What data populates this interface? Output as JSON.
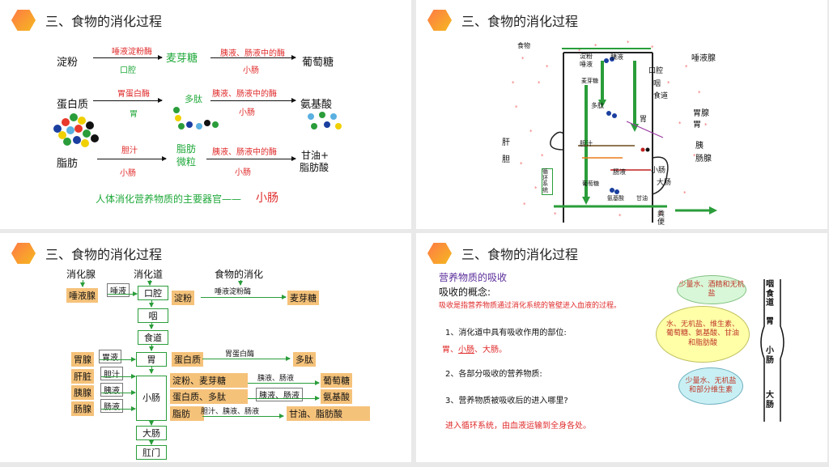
{
  "slide_title": "三、食物的消化过程",
  "s1": {
    "starch": "淀粉",
    "starch_enzyme": "唾液淀粉酶",
    "starch_place": "口腔",
    "maltose": "麦芽糖",
    "maltose_enzyme": "胰液、肠液中的酶",
    "maltose_place": "小肠",
    "glucose": "葡萄糖",
    "protein": "蛋白质",
    "protein_enzyme": "胃蛋白酶",
    "protein_place": "胃",
    "polypeptide": "多肽",
    "pep_enzyme": "胰液、肠液中的酶",
    "pep_place": "小肠",
    "amino": "氨基酸",
    "fat": "脂肪",
    "fat_enzyme": "胆汁",
    "fat_place": "小肠",
    "fat_particle_1": "脂肪",
    "fat_particle_2": "微粒",
    "fp_enzyme": "胰液、肠液中的酶",
    "fp_place": "小肠",
    "glycerol_1": "甘油+",
    "glycerol_2": "脂肪酸",
    "summary": "人体消化营养物质的主要器官——",
    "summary_hl": "小肠"
  },
  "s2": {
    "left": [
      "肝",
      "胆"
    ],
    "right": [
      "唾液腺",
      "胃腺",
      "胃",
      "胰",
      "肠腺"
    ],
    "top_food": "食物",
    "inner": [
      "淀粉",
      "唾液",
      "麦芽糖",
      "多肽",
      "胆汁",
      "胰液",
      "肠液",
      "葡萄糖",
      "氨基酸",
      "甘油"
    ],
    "tract": [
      "口腔",
      "咽",
      "食道",
      "胃",
      "小肠",
      "大肠"
    ],
    "circ": "循环系统",
    "feces": "粪便"
  },
  "s3": {
    "h_gland": "消化腺",
    "h_tract": "消化道",
    "h_digest": "食物的消化",
    "salivary": "唾液腺",
    "saliva": "唾液",
    "mouth": "口腔",
    "starch": "淀粉",
    "saliva_enz": "唾液淀粉酶",
    "maltose": "麦芽糖",
    "pharynx": "咽",
    "esophagus": "食道",
    "gastric_gland": "胃腺",
    "gastric_juice": "胃液",
    "stomach": "胃",
    "protein": "蛋白质",
    "pepsin": "胃蛋白酶",
    "polypeptide": "多肽",
    "liver": "肝脏",
    "bile": "胆汁",
    "pancreas": "胰腺",
    "pancreatic": "胰液",
    "intestinal_gland": "肠腺",
    "intestinal": "肠液",
    "small_int": "小肠",
    "row1": "淀粉、麦芽糖",
    "row1_enz": "胰液、肠液",
    "row1_out": "葡萄糖",
    "row2": "蛋白质、多肽",
    "row2_enz": "胰液、肠液",
    "row2_out": "氨基酸",
    "row3": "脂肪",
    "row3_enz": "胆汁、胰液、肠液",
    "row3_out": "甘油、脂肪酸",
    "large_int": "大肠",
    "anus": "肛门"
  },
  "s4": {
    "subtitle": "营养物质的吸收",
    "concept_title": "吸收的概念:",
    "concept": "吸收是指营养物质通过消化系统的管壁进入血液的过程。",
    "q1": "1、消化道中具有吸收作用的部位:",
    "a1_1": "胃、",
    "a1_2": "小肠",
    "a1_3": "、大肠。",
    "q2": "2、各部分吸收的营养物质:",
    "q3": "3、营养物质被吸收后的进入哪里?",
    "a3": "进入循环系统，由血液运输到全身各处。",
    "b1": "少量水、酒精和无机盐",
    "b2": "水、无机盐、维生素、葡萄糖、氨基酸、甘油和脂肪酸",
    "b3": "少量水、无机盐和部分维生素",
    "organ_1": "咽食道",
    "organ_2": "胃",
    "organ_3": "小肠",
    "organ_4": "大肠"
  }
}
